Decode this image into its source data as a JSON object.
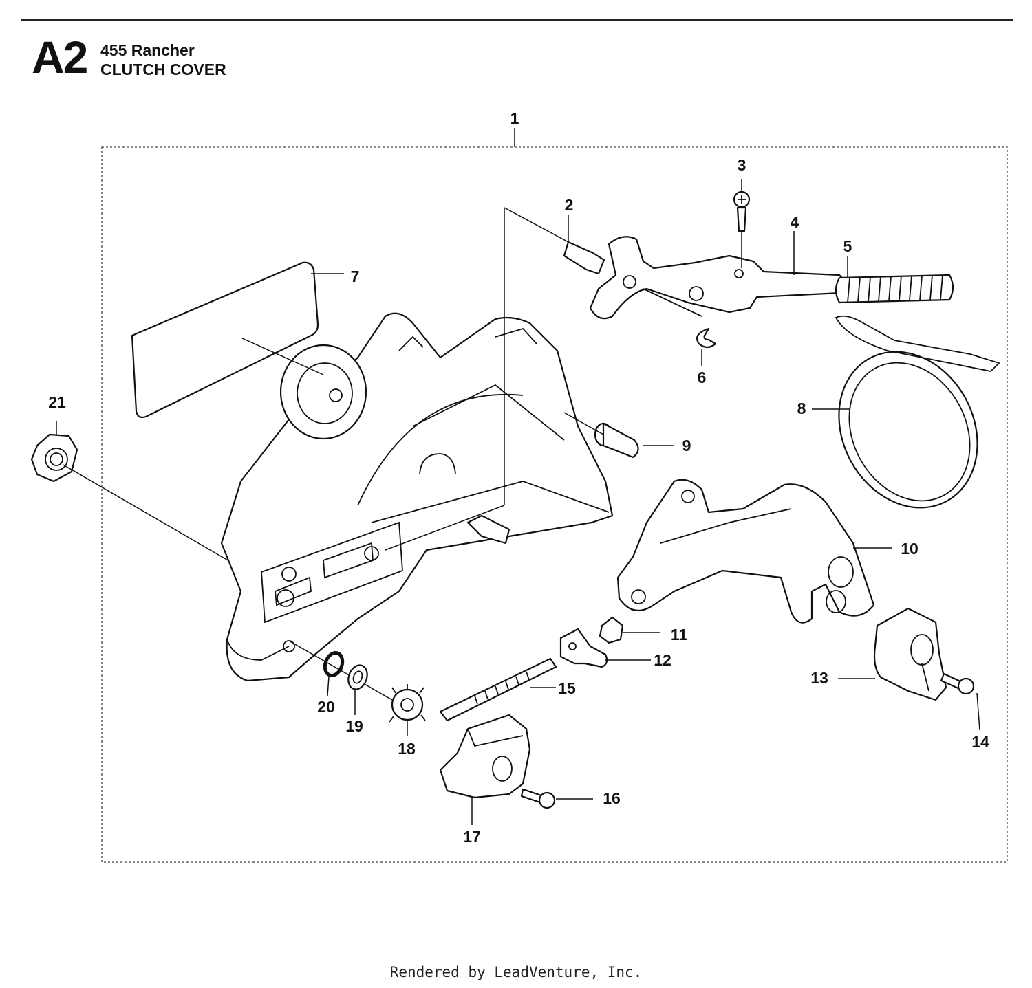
{
  "header": {
    "section": "A2",
    "model": "455 Rancher",
    "title": "CLUTCH COVER"
  },
  "callouts": [
    "1",
    "2",
    "3",
    "4",
    "5",
    "6",
    "7",
    "8",
    "9",
    "10",
    "11",
    "12",
    "13",
    "14",
    "15",
    "16",
    "17",
    "18",
    "19",
    "20",
    "21"
  ],
  "footer": "Rendered by LeadVenture, Inc."
}
